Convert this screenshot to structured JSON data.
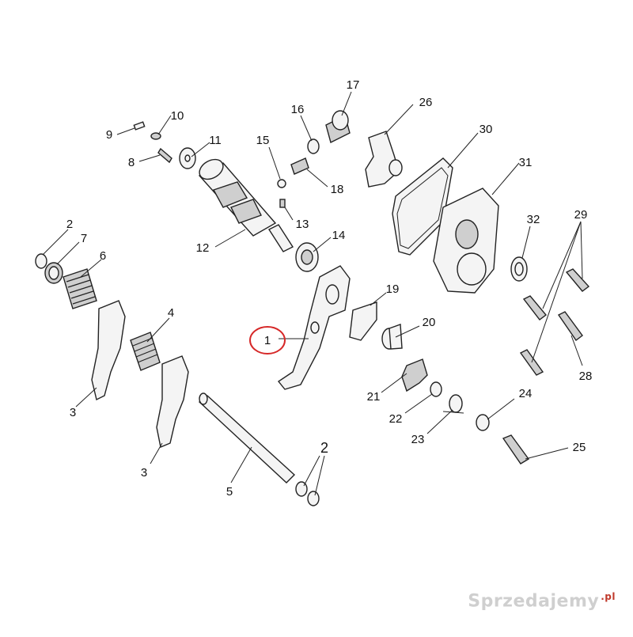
{
  "diagram": {
    "labels": [
      {
        "id": "1",
        "text": "1"
      },
      {
        "id": "2a",
        "text": "2"
      },
      {
        "id": "2b",
        "text": "2"
      },
      {
        "id": "3a",
        "text": "3"
      },
      {
        "id": "3b",
        "text": "3"
      },
      {
        "id": "4",
        "text": "4"
      },
      {
        "id": "5",
        "text": "5"
      },
      {
        "id": "6",
        "text": "6"
      },
      {
        "id": "7",
        "text": "7"
      },
      {
        "id": "8",
        "text": "8"
      },
      {
        "id": "9",
        "text": "9"
      },
      {
        "id": "10",
        "text": "10"
      },
      {
        "id": "11",
        "text": "11"
      },
      {
        "id": "12",
        "text": "12"
      },
      {
        "id": "13",
        "text": "13"
      },
      {
        "id": "14",
        "text": "14"
      },
      {
        "id": "15",
        "text": "15"
      },
      {
        "id": "16",
        "text": "16"
      },
      {
        "id": "17",
        "text": "17"
      },
      {
        "id": "18",
        "text": "18"
      },
      {
        "id": "19",
        "text": "19"
      },
      {
        "id": "20",
        "text": "20"
      },
      {
        "id": "21",
        "text": "21"
      },
      {
        "id": "22",
        "text": "22"
      },
      {
        "id": "23",
        "text": "23"
      },
      {
        "id": "24",
        "text": "24"
      },
      {
        "id": "25",
        "text": "25"
      },
      {
        "id": "26",
        "text": "26"
      },
      {
        "id": "28",
        "text": "28"
      },
      {
        "id": "29",
        "text": "29"
      },
      {
        "id": "30",
        "text": "30"
      },
      {
        "id": "31",
        "text": "31"
      },
      {
        "id": "32",
        "text": "32"
      }
    ],
    "highlight_color": "#d62828"
  },
  "watermark": {
    "text": "Sprzedajemy",
    "suffix": ".pl"
  }
}
